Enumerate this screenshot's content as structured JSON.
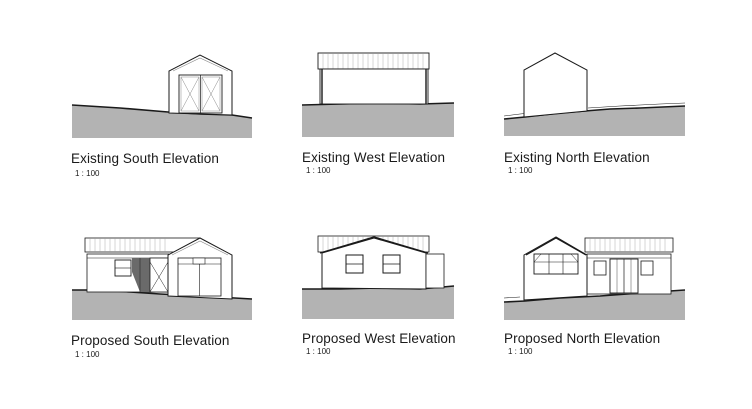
{
  "elevations": [
    {
      "title": "Existing South Elevation",
      "scale": "1 : 100"
    },
    {
      "title": "Existing West Elevation",
      "scale": "1 : 100"
    },
    {
      "title": "Existing North Elevation",
      "scale": "1 : 100"
    },
    {
      "title": "Proposed South Elevation",
      "scale": "1 : 100"
    },
    {
      "title": "Proposed West Elevation",
      "scale": "1 : 100"
    },
    {
      "title": "Proposed North Elevation",
      "scale": "1 : 100"
    }
  ],
  "colors": {
    "ground_fill": "#b3b3b3",
    "line": "#1a1a1a",
    "roof_line": "#8a8a8a",
    "paper": "#ffffff"
  }
}
